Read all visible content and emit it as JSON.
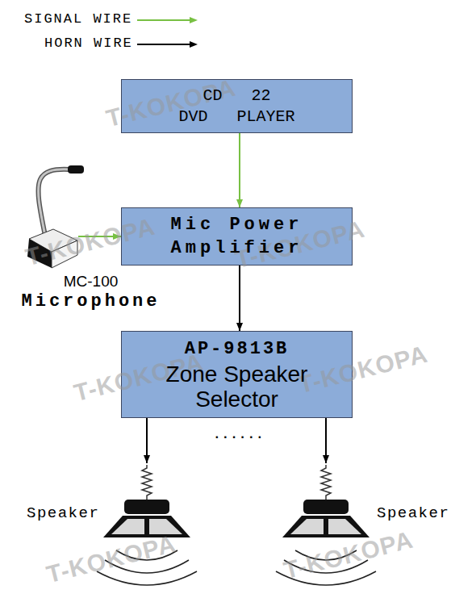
{
  "diagram": {
    "nodes": [
      {
        "text": [
          "CD 22 DVD PLAYER"
        ]
      },
      {
        "text": [
          "MC-100",
          "Microphone"
        ]
      },
      {
        "text": [
          "Mic Power Amplifier"
        ]
      },
      {
        "text": [
          "AP-9813B",
          "Zone Speaker Selector"
        ]
      },
      {
        "text": [
          "Speaker"
        ]
      },
      {
        "text": [
          "Speaker"
        ]
      }
    ],
    "edges": [
      {
        "from": 0,
        "to": 2,
        "arrow": "to"
      },
      {
        "from": 1,
        "to": 2,
        "arrow": "to"
      },
      {
        "from": 2,
        "to": 3,
        "arrow": "to"
      },
      {
        "from": 3,
        "to": 4,
        "arrow": "to"
      },
      {
        "from": 3,
        "to": 5,
        "arrow": "to"
      }
    ],
    "labels": [
      "......",
      "T-KOKOPA",
      "T-KOKOPA",
      "T-KOKOPA",
      "T-KOKOPA",
      "T-KOKOPA",
      "T-KOKOPA",
      "T-KOKOPA"
    ],
    "legend": [
      {
        "text": "SIGNAL WIRE"
      },
      {
        "text": "HORN WIRE"
      }
    ]
  }
}
